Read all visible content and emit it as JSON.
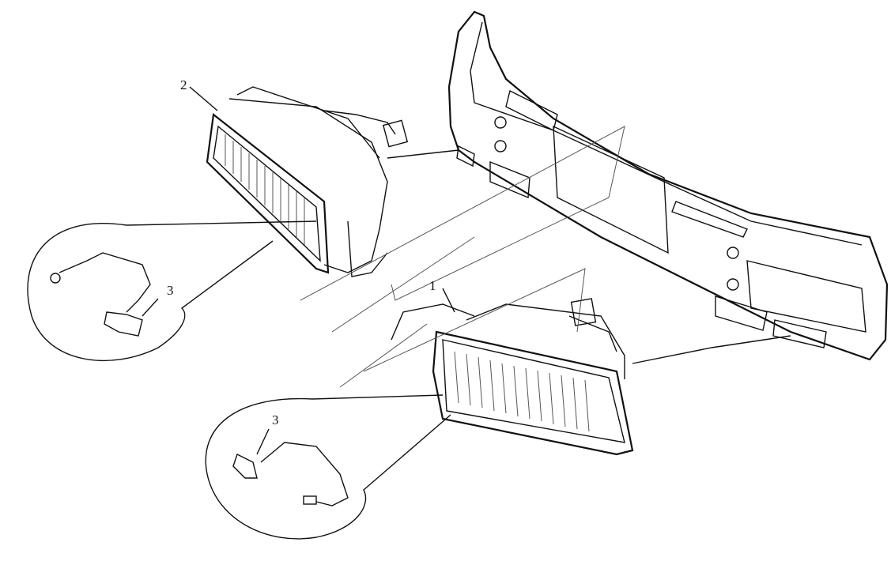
{
  "labels": {
    "part_1": "1",
    "part_2": "2",
    "part_3_upper": "3",
    "part_3_lower": "3"
  }
}
